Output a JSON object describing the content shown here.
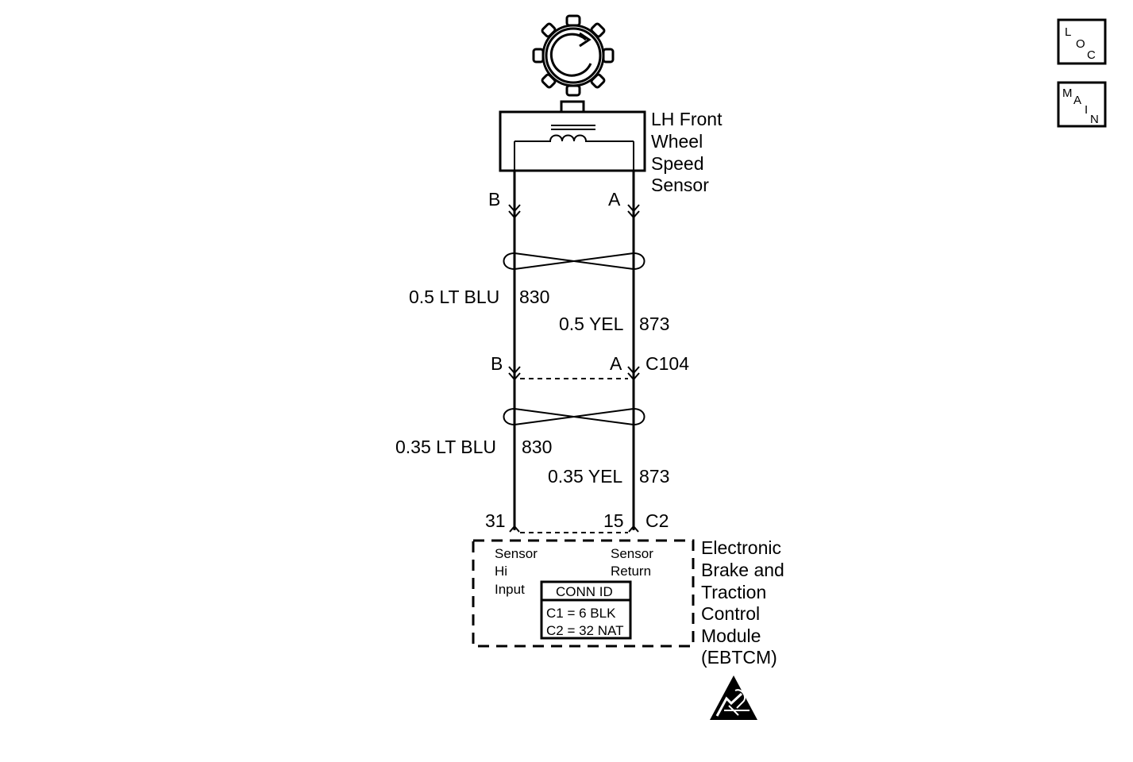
{
  "nav": {
    "loc": [
      "L",
      "O",
      "C"
    ],
    "main": [
      "M",
      "A",
      "I",
      "N"
    ]
  },
  "sensor": {
    "name_lines": [
      "LH Front",
      "Wheel",
      "Speed",
      "Sensor"
    ],
    "pin_b": "B",
    "pin_a": "A"
  },
  "wires_upper": {
    "left_spec": "0.5 LT BLU",
    "left_circuit": "830",
    "right_spec": "0.5 YEL",
    "right_circuit": "873"
  },
  "connector_c104": {
    "pin_b": "B",
    "pin_a": "A",
    "id": "C104"
  },
  "wires_lower": {
    "left_spec": "0.35 LT BLU",
    "left_circuit": "830",
    "right_spec": "0.35 YEL",
    "right_circuit": "873"
  },
  "connector_c2": {
    "pin_left": "31",
    "pin_right": "15",
    "id": "C2"
  },
  "module": {
    "name_lines": [
      "Electronic",
      "Brake and",
      "Traction",
      "Control",
      "Module",
      "(EBTCM)"
    ],
    "left_pin_lines": [
      "Sensor",
      "Hi",
      "Input"
    ],
    "right_pin_lines": [
      "Sensor",
      "Return"
    ],
    "conn_id": {
      "title": "CONN ID",
      "rows": [
        "C1 = 6 BLK",
        "C2 = 32 NAT"
      ]
    }
  },
  "icons": [
    "tone-wheel-icon",
    "esd-warning-icon"
  ]
}
